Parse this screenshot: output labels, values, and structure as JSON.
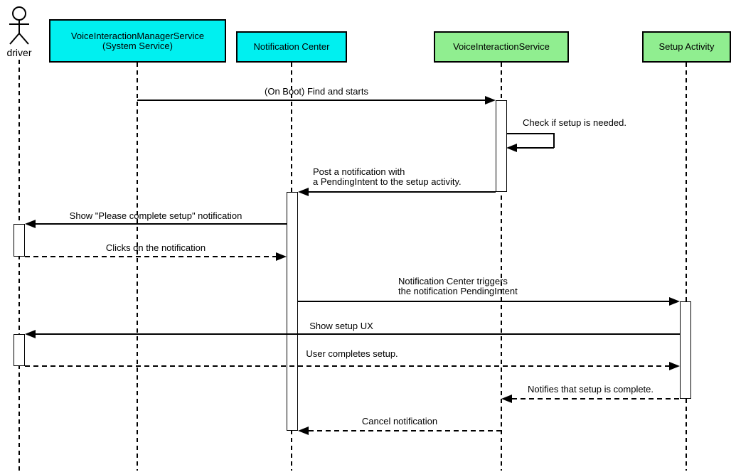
{
  "diagram_type": "uml-sequence",
  "colors": {
    "participant_cyan": "#00F0F0",
    "participant_green": "#90EE90",
    "line": "#000000",
    "background": "#FFFFFF"
  },
  "actor": {
    "name": "driver"
  },
  "participants": [
    {
      "id": "vims",
      "label": "VoiceInteractionManagerService\n(System Service)",
      "fill": "#00F0F0"
    },
    {
      "id": "nc",
      "label": "Notification Center",
      "fill": "#00F0F0"
    },
    {
      "id": "vis",
      "label": "VoiceInteractionService",
      "fill": "#90EE90"
    },
    {
      "id": "sa",
      "label": "Setup Activity",
      "fill": "#90EE90"
    }
  ],
  "messages": [
    {
      "text": "(On Boot) Find and starts",
      "from": "vims",
      "to": "vis",
      "line": "solid"
    },
    {
      "text": "Check if setup is needed.",
      "from": "vis",
      "to": "vis",
      "line": "solid"
    },
    {
      "text": "Post a notification with\na PendingIntent to the setup activity.",
      "from": "vis",
      "to": "nc",
      "line": "solid"
    },
    {
      "text": "Show \"Please complete setup\" notification",
      "from": "nc",
      "to": "driver",
      "line": "solid"
    },
    {
      "text": "Clicks on the notification",
      "from": "driver",
      "to": "nc",
      "line": "dashed"
    },
    {
      "text": "Notification Center triggers\nthe notification PendingIntent",
      "from": "nc",
      "to": "sa",
      "line": "solid"
    },
    {
      "text": "Show setup UX",
      "from": "sa",
      "to": "driver",
      "line": "solid"
    },
    {
      "text": "User completes setup.",
      "from": "driver",
      "to": "sa",
      "line": "dashed"
    },
    {
      "text": "Notifies that setup is complete.",
      "from": "sa",
      "to": "vis",
      "line": "dashed"
    },
    {
      "text": "Cancel notification",
      "from": "vis",
      "to": "nc",
      "line": "dashed"
    }
  ]
}
